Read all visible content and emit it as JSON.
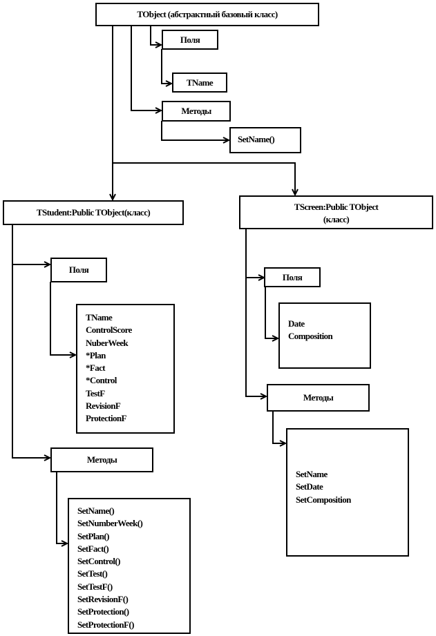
{
  "root": {
    "title": "TObject (абстрактный базовый класс)",
    "fields_label": "Поля",
    "field": "TName",
    "methods_label": "Методы",
    "method": "SetName()"
  },
  "student": {
    "title": "TStudent:Public  TObject(класс)",
    "fields_label": "Поля",
    "fields": [
      "TName",
      "ControlScore",
      "NuberWeek",
      "*Plan",
      "*Fact",
      "*Control",
      "TestF",
      "RevisionF",
      "ProtectionF"
    ],
    "methods_label": "Методы",
    "methods": [
      "SetName()",
      "SetNumberWeek()",
      "SetPlan()",
      "SetFact()",
      "SetControl()",
      "SetTest()",
      "SetTestF()",
      "SetRevisionF()",
      "SetProtection()",
      "SetProtectionF()"
    ]
  },
  "screen": {
    "title_line1": "TScreen:Public  TObject",
    "title_line2": "(класс)",
    "fields_label": "Поля",
    "fields": [
      "Date",
      "Composition"
    ],
    "methods_label": "Методы",
    "methods": [
      "SetName",
      "SetDate",
      "SetComposition"
    ]
  }
}
